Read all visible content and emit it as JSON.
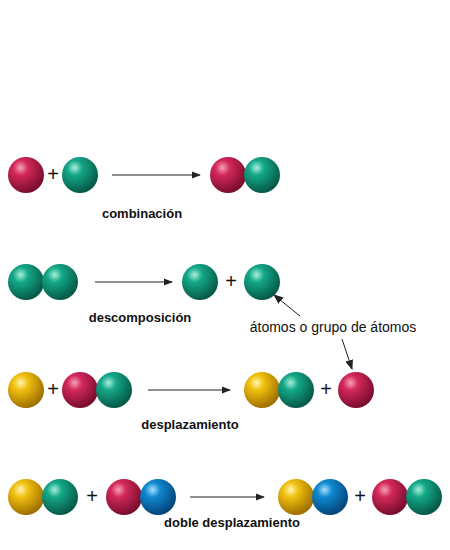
{
  "diagram": {
    "labels": [
      "+",
      "combinación",
      "+",
      "descomposición",
      "átomos o grupo de átomos",
      "+",
      "+",
      "desplazamiento",
      "+",
      "+",
      "doble desplazamiento"
    ]
  }
}
